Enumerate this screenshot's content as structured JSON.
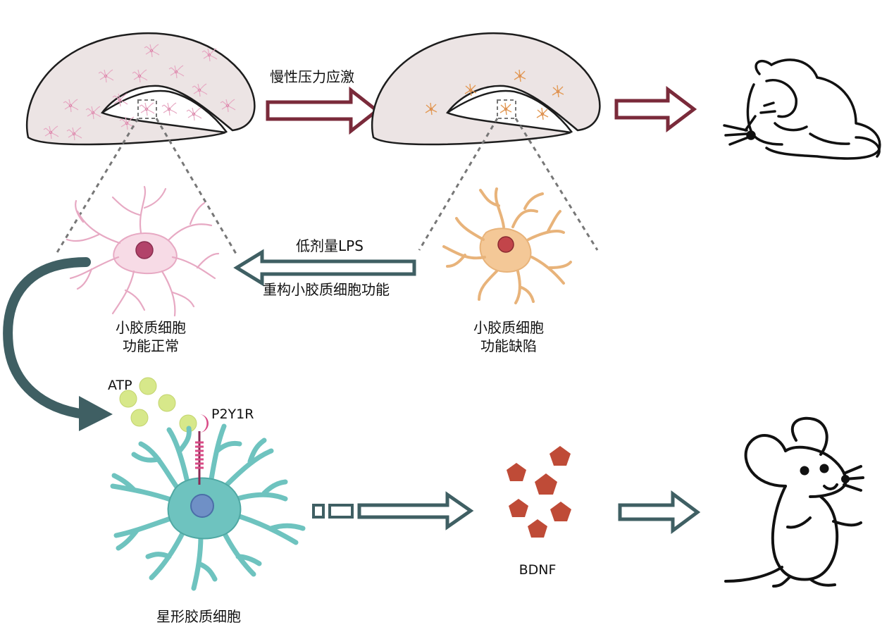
{
  "labels": {
    "chronic_stress": "慢性压力应激",
    "low_dose_lps": "低剂量LPS",
    "rebuild_microglia": "重构小胶质细胞功能",
    "microglia_normal_line1": "小胶质细胞",
    "microglia_normal_line2": "功能正常",
    "microglia_defect_line1": "小胶质细胞",
    "microglia_defect_line2": "功能缺陷",
    "atp": "ATP",
    "p2y1r": "P2Y1R",
    "bdnf": "BDNF",
    "astrocyte": "星形胶质细胞"
  },
  "colors": {
    "stress_arrow": "#7a2a3a",
    "recovery_arrow": "#3f5f63",
    "microglia_normal": "#e7a9c3",
    "microglia_defect": "#e8b37a",
    "astrocyte": "#6ec3bf",
    "atp": "#d7e88a",
    "p2y1r": "#d94a86",
    "bdnf": "#bf4b37",
    "tissue": "#ece4e4"
  }
}
